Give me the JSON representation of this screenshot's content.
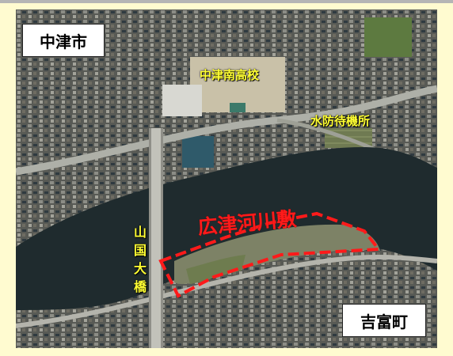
{
  "labels": {
    "city": "中津市",
    "town": "吉富町",
    "school": "中津南高校",
    "flood_station": "水防待機所",
    "bridge": "山国大橋",
    "riverbed_area": "広津河川敷"
  },
  "colors": {
    "background": "#fffbd0",
    "label_yellow": "#ffff33",
    "highlight_red": "#ff1a1a",
    "river": "#1f2b2e"
  }
}
